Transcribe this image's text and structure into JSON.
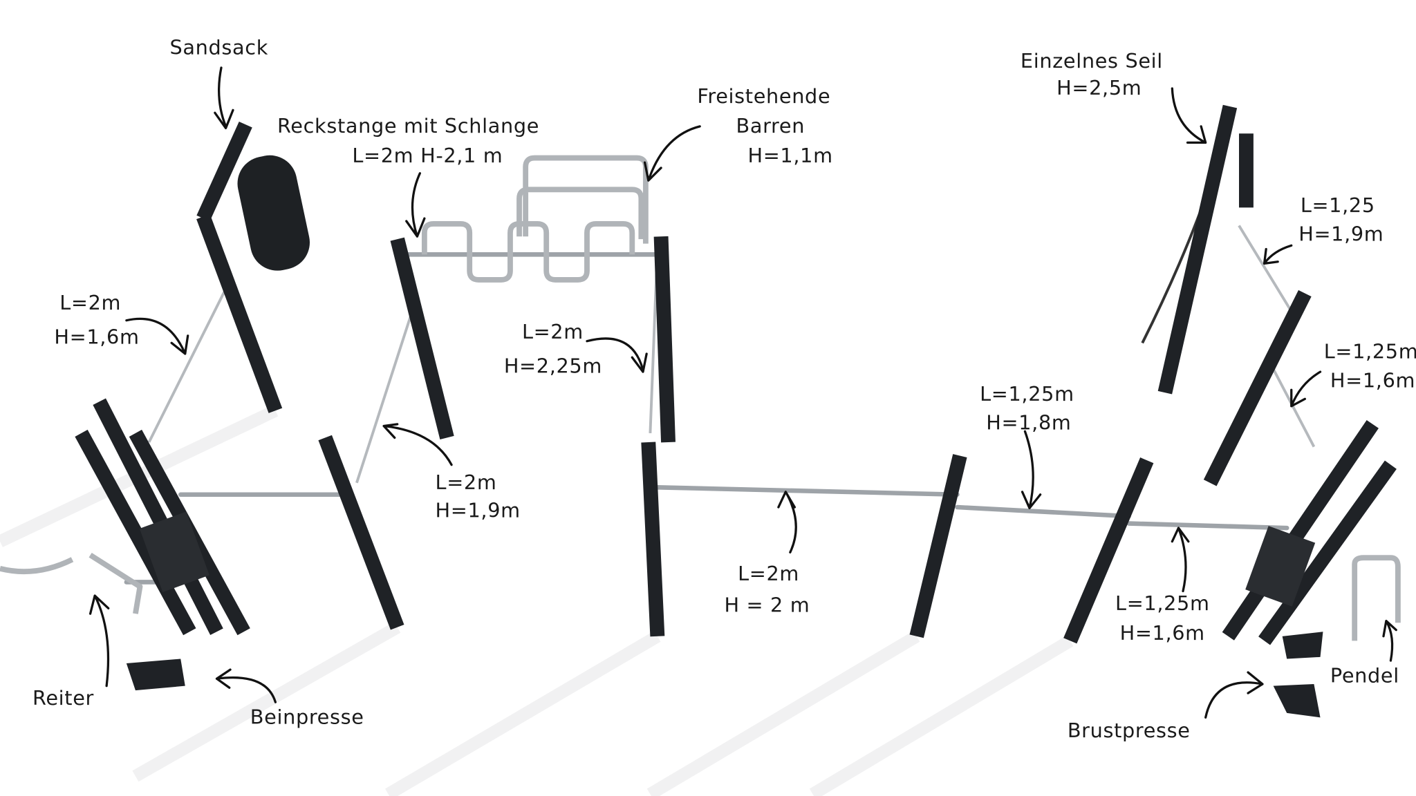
{
  "labels": {
    "sandsack": "Sandsack",
    "reckstange_title": "Reckstange mit Schlange",
    "reckstange_dims": "L=2m H-2,1 m",
    "barren_title1": "Freistehende",
    "barren_title2": "Barren",
    "barren_dims": "H=1,1m",
    "seil_title": "Einzelnes Seil",
    "seil_dims": "H=2,5m",
    "left_top_l": "L=2m",
    "left_top_h": "H=1,6m",
    "mid_left_l": "L=2m",
    "mid_left_h": "H=2,25m",
    "low_left_l": "L=2m",
    "low_left_h": "H=1,9m",
    "center_l": "L=2m",
    "center_h": "H = 2 m",
    "mid_right_l": "L=1,25m",
    "mid_right_h": "H=1,8m",
    "low_right_l": "L=1,25m",
    "low_right_h": "H=1,6m",
    "right_top_l": "L=1,25",
    "right_top_h": "H=1,9m",
    "right_mid_l": "L=1,25m",
    "right_mid_h": "H=1,6m",
    "reiter": "Reiter",
    "beinpresse": "Beinpresse",
    "brustpresse": "Brustpresse",
    "pendel": "Pendel"
  },
  "colors": {
    "post": "#1f2226",
    "bar": "#9ea3a8",
    "background": "#ffffff"
  }
}
